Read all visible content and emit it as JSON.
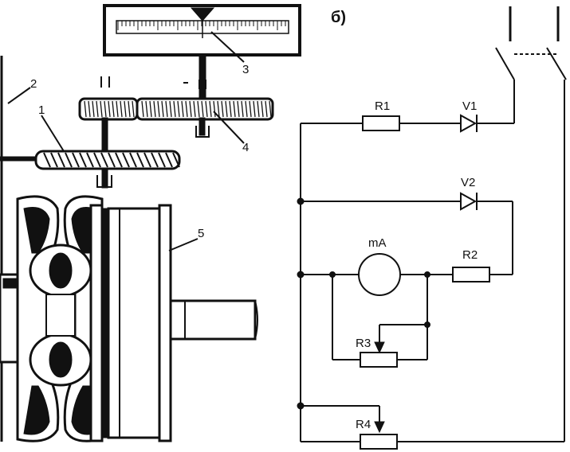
{
  "figure_label": "б)",
  "mechanism": {
    "labels": {
      "p1": "1",
      "p2": "2",
      "p3": "3",
      "p4": "4",
      "p5": "5"
    }
  },
  "circuit": {
    "components": {
      "r1": "R1",
      "v1": "V1",
      "v2": "V2",
      "ma": "mA",
      "r2": "R2",
      "r3": "R3",
      "r4": "R4"
    }
  }
}
